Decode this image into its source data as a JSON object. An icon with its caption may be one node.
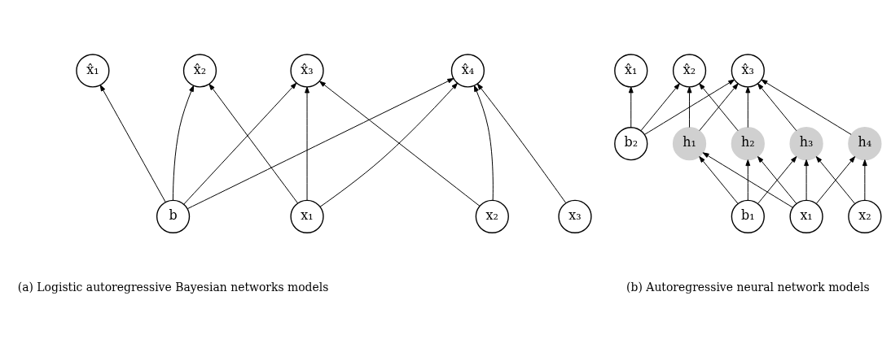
{
  "diagram": {
    "nodes": [
      {
        "text": [
          "x̂₁"
        ]
      },
      {
        "text": [
          "x̂₂"
        ]
      },
      {
        "text": [
          "x̂₃"
        ]
      },
      {
        "text": [
          "x̂₄"
        ]
      },
      {
        "text": [
          "b"
        ]
      },
      {
        "text": [
          "x₁"
        ]
      },
      {
        "text": [
          "x₂"
        ]
      },
      {
        "text": [
          "x₃"
        ]
      },
      {
        "text": [
          "x̂₁"
        ]
      },
      {
        "text": [
          "x̂₂"
        ]
      },
      {
        "text": [
          "x̂₃"
        ]
      },
      {
        "text": [
          "b₂"
        ]
      },
      {
        "text": [
          "h₁"
        ]
      },
      {
        "text": [
          "h₂"
        ]
      },
      {
        "text": [
          "h₃"
        ]
      },
      {
        "text": [
          "h₄"
        ]
      },
      {
        "text": [
          "b₁"
        ]
      },
      {
        "text": [
          "x₁"
        ]
      },
      {
        "text": [
          "x₂"
        ]
      }
    ],
    "edges": [
      {
        "from": 4,
        "to": 0,
        "arrow": "to"
      },
      {
        "from": 4,
        "to": 1,
        "arrow": "to"
      },
      {
        "from": 4,
        "to": 2,
        "arrow": "to"
      },
      {
        "from": 4,
        "to": 3,
        "arrow": "to"
      },
      {
        "from": 5,
        "to": 1,
        "arrow": "to"
      },
      {
        "from": 5,
        "to": 2,
        "arrow": "to"
      },
      {
        "from": 5,
        "to": 3,
        "arrow": "to"
      },
      {
        "from": 6,
        "to": 2,
        "arrow": "to"
      },
      {
        "from": 6,
        "to": 3,
        "arrow": "to"
      },
      {
        "from": 7,
        "to": 3,
        "arrow": "to"
      },
      {
        "from": 11,
        "to": 8,
        "arrow": "to"
      },
      {
        "from": 11,
        "to": 9,
        "arrow": "to"
      },
      {
        "from": 11,
        "to": 10,
        "arrow": "to"
      },
      {
        "from": 12,
        "to": 9,
        "arrow": "to"
      },
      {
        "from": 12,
        "to": 10,
        "arrow": "to"
      },
      {
        "from": 13,
        "to": 9,
        "arrow": "to"
      },
      {
        "from": 13,
        "to": 10,
        "arrow": "to"
      },
      {
        "from": 14,
        "to": 10,
        "arrow": "to"
      },
      {
        "from": 15,
        "to": 10,
        "arrow": "to"
      },
      {
        "from": 16,
        "to": 12,
        "arrow": "to"
      },
      {
        "from": 16,
        "to": 13,
        "arrow": "to"
      },
      {
        "from": 16,
        "to": 14,
        "arrow": "to"
      },
      {
        "from": 17,
        "to": 12,
        "arrow": "to"
      },
      {
        "from": 17,
        "to": 13,
        "arrow": "to"
      },
      {
        "from": 17,
        "to": 14,
        "arrow": "to"
      },
      {
        "from": 17,
        "to": 15,
        "arrow": "to"
      },
      {
        "from": 18,
        "to": 14,
        "arrow": "to"
      },
      {
        "from": 18,
        "to": 15,
        "arrow": "to"
      }
    ],
    "labels": [
      "(a) Logistic autoregressive Bayesian networks models",
      "(b) Autoregressive neural network models"
    ]
  }
}
